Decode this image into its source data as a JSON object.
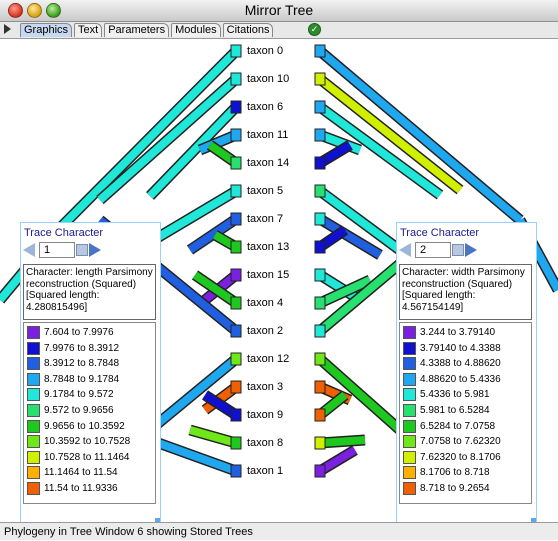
{
  "window": {
    "title": "Mirror Tree"
  },
  "tabs": [
    "Graphics",
    "Text",
    "Parameters",
    "Modules",
    "Citations"
  ],
  "active_tab": "Graphics",
  "taxa": [
    "taxon 0",
    "taxon 10",
    "taxon 6",
    "taxon 11",
    "taxon 14",
    "taxon 5",
    "taxon 7",
    "taxon 13",
    "taxon 15",
    "taxon 4",
    "taxon 2",
    "taxon 12",
    "taxon 3",
    "taxon 9",
    "taxon 8",
    "taxon 1"
  ],
  "left_panel": {
    "header": "Trace Character",
    "character_number": "1",
    "description": "Character: length Parsimony reconstruction (Squared) [Squared length: 4.280815496]",
    "legend": [
      {
        "label": "7.604 to 7.9976",
        "color": "#7b1fe0"
      },
      {
        "label": "7.9976 to 8.3912",
        "color": "#1010d0"
      },
      {
        "label": "8.3912 to 8.7848",
        "color": "#2060e0"
      },
      {
        "label": "8.7848 to 9.1784",
        "color": "#1fa8f0"
      },
      {
        "label": "9.1784 to 9.572",
        "color": "#20e8d8"
      },
      {
        "label": "9.572 to 9.9656",
        "color": "#28e070"
      },
      {
        "label": "9.9656 to 10.3592",
        "color": "#1ec81e"
      },
      {
        "label": "10.3592 to 10.7528",
        "color": "#6ee818"
      },
      {
        "label": "10.7528 to 11.1464",
        "color": "#d0f000"
      },
      {
        "label": "11.1464 to 11.54",
        "color": "#ffb000"
      },
      {
        "label": "11.54 to 11.9336",
        "color": "#f06000"
      }
    ]
  },
  "right_panel": {
    "header": "Trace Character",
    "character_number": "2",
    "description": "Character: width Parsimony reconstruction (Squared) [Squared length: 4.567154149]",
    "legend": [
      {
        "label": "3.244 to 3.79140",
        "color": "#7b1fe0"
      },
      {
        "label": "3.79140 to 4.3388",
        "color": "#1010d0"
      },
      {
        "label": "4.3388 to 4.88620",
        "color": "#2060e0"
      },
      {
        "label": "4.88620 to 5.4336",
        "color": "#1fa8f0"
      },
      {
        "label": "5.4336 to 5.981",
        "color": "#20e8d8"
      },
      {
        "label": "5.981 to 6.5284",
        "color": "#28e070"
      },
      {
        "label": "6.5284 to 7.0758",
        "color": "#1ec81e"
      },
      {
        "label": "7.0758 to 7.62320",
        "color": "#6ee818"
      },
      {
        "label": "7.62320 to 8.1706",
        "color": "#d0f000"
      },
      {
        "label": "8.1706 to 8.718",
        "color": "#ffb000"
      },
      {
        "label": "8.718 to 9.2654",
        "color": "#f06000"
      }
    ]
  },
  "status": "Phylogeny in Tree Window 6 showing Stored Trees",
  "colors": {
    "accent": "#c6d9f0",
    "panel_border": "#9ad0ff"
  }
}
